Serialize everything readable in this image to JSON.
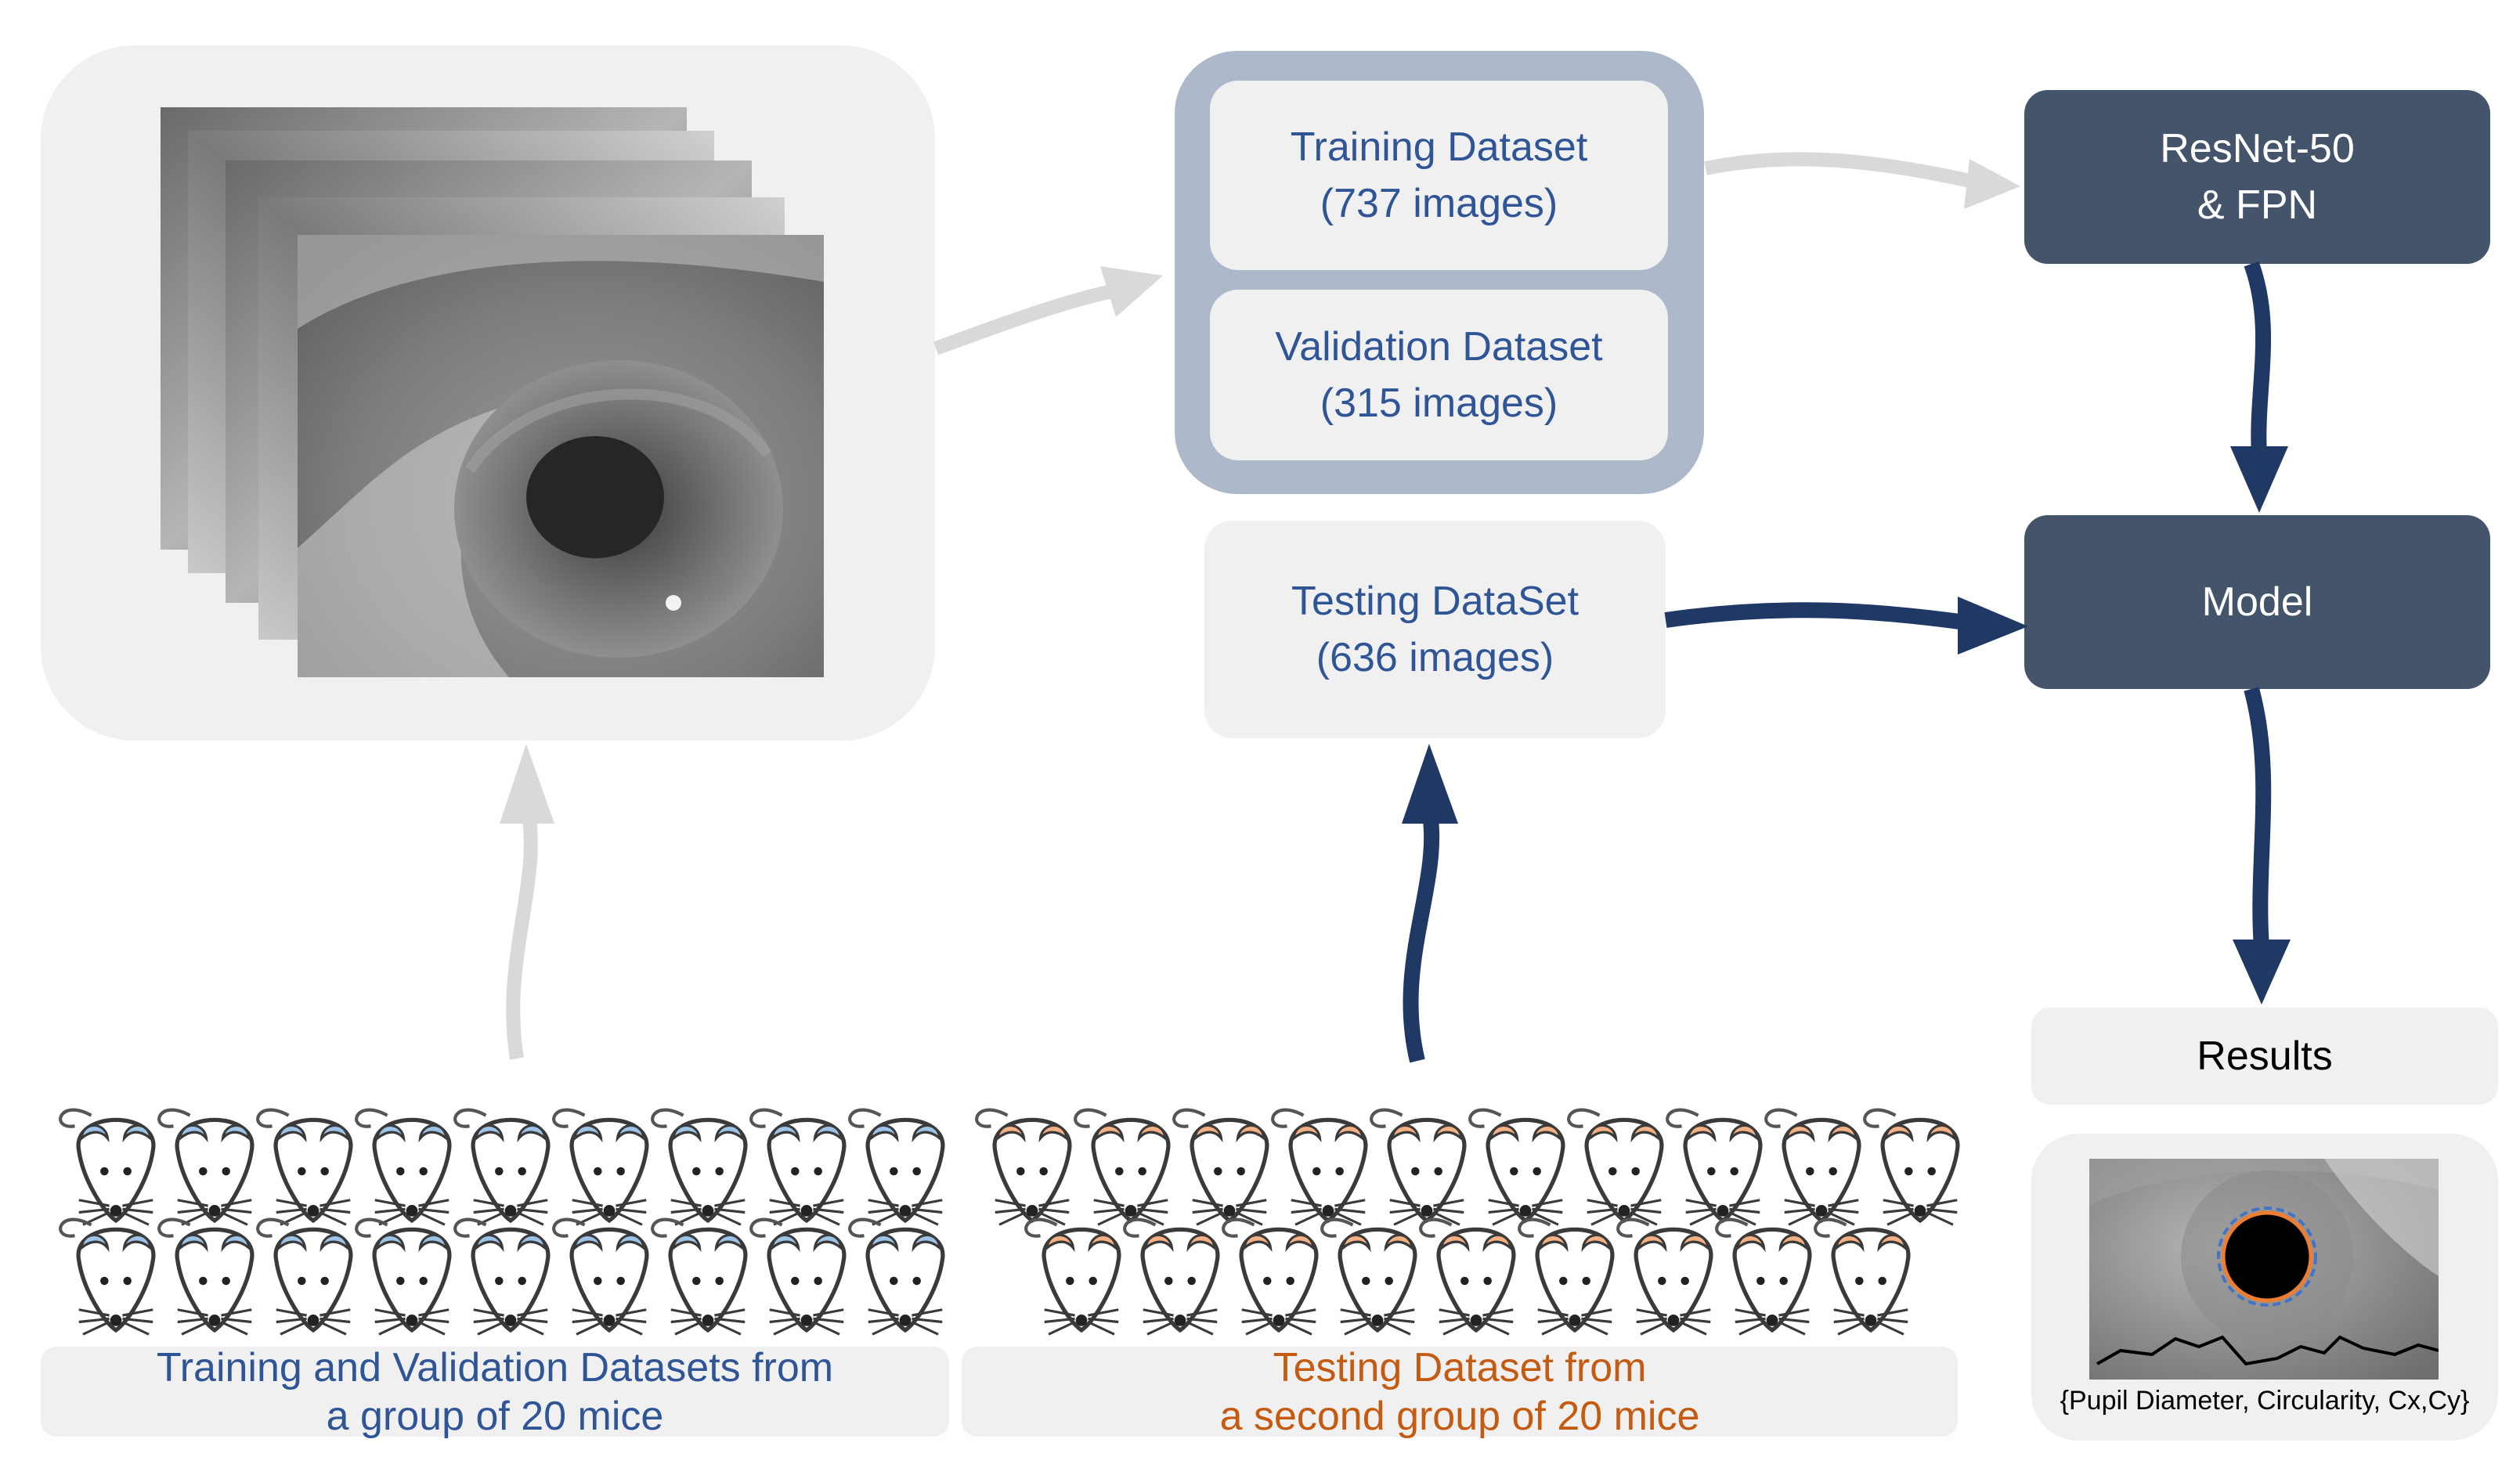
{
  "diagram": {
    "training_box": {
      "line1": "Training Dataset",
      "line2": "(737 images)"
    },
    "validation_box": {
      "line1": "Validation Dataset",
      "line2": "(315 images)"
    },
    "testing_box": {
      "line1": "Testing DataSet",
      "line2": "(636 images)"
    },
    "resnet_box": {
      "line1": "ResNet-50",
      "line2": "& FPN"
    },
    "model_box": {
      "label": "Model"
    },
    "results_box": {
      "label": "Results"
    },
    "results_caption": "{Pupil Diameter, Circularity, Cx,Cy}",
    "train_group_caption": {
      "line1": "Training and Validation Datasets from",
      "line2": "a group of 20 mice"
    },
    "test_group_caption": {
      "line1": "Testing Dataset from",
      "line2": "a second group of 20 mice"
    }
  },
  "colors": {
    "navy": "#1f3864",
    "dark_box": "#44546a",
    "light_gray": "#f0f0f0",
    "group_frame": "#adb9ca",
    "arrow_gray": "#d9d9d9",
    "blue_text": "#2f5597",
    "orange_text": "#c55a11",
    "mouse_blue": "#9dc3e6",
    "mouse_orange": "#f4b183"
  },
  "icons": {
    "training_mice": "mouse-icon",
    "testing_mice": "mouse-icon",
    "eye_images": "eye-image",
    "result_image": "pupil-segmentation-image"
  },
  "counts": {
    "training_mice_row1": 9,
    "training_mice_row2": 9,
    "testing_mice_row1": 10,
    "testing_mice_row2": 9
  }
}
